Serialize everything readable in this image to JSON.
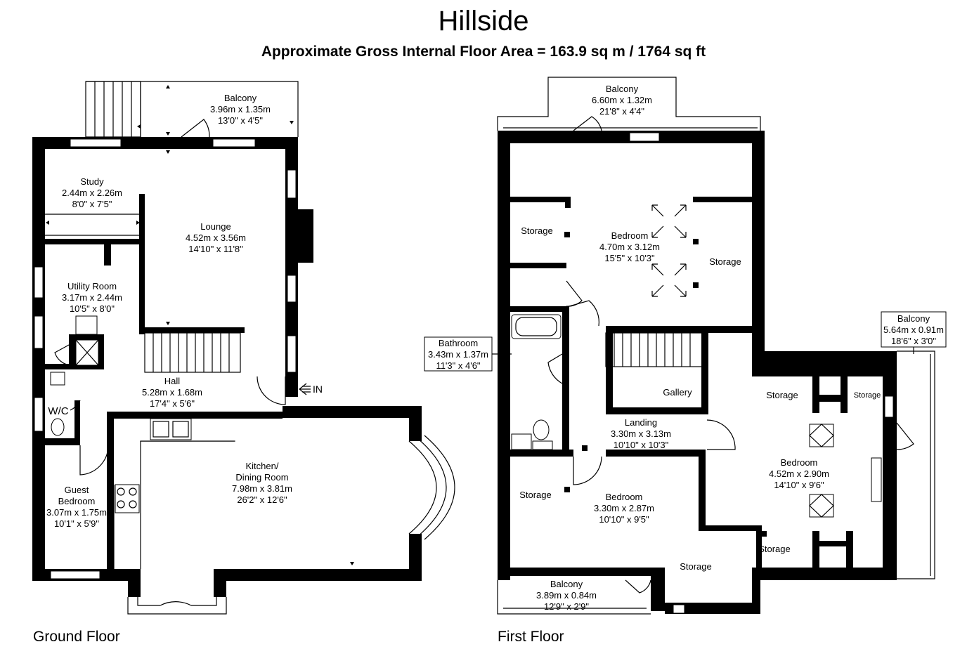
{
  "title": "Hillside",
  "subtitle": "Approximate Gross Internal Floor Area  = 163.9 sq m  / 1764 sq ft",
  "entrance_label": "IN",
  "floors": [
    {
      "name": "Ground Floor",
      "rooms": [
        {
          "name": "Balcony",
          "metric": "3.96m x 1.35m",
          "imperial": "13'0\" x 4'5\""
        },
        {
          "name": "Study",
          "metric": "2.44m x 2.26m",
          "imperial": "8'0\" x 7'5\""
        },
        {
          "name": "Lounge",
          "metric": "4.52m x 3.56m",
          "imperial": "14'10\" x 11'8\""
        },
        {
          "name": "Utility Room",
          "metric": "3.17m x 2.44m",
          "imperial": "10'5\" x 8'0\""
        },
        {
          "name": "Hall",
          "metric": "5.28m x 1.68m",
          "imperial": "17'4\" x 5'6\""
        },
        {
          "name": "W/C",
          "metric": "",
          "imperial": ""
        },
        {
          "name": "Kitchen/",
          "name2": "Dining Room",
          "metric": "7.98m x 3.81m",
          "imperial": "26'2\" x 12'6\""
        },
        {
          "name": "Guest",
          "name2": "Bedroom",
          "metric": "3.07m x 1.75m",
          "imperial": "10'1\" x 5'9\""
        }
      ]
    },
    {
      "name": "First Floor",
      "rooms": [
        {
          "name": "Balcony",
          "metric": "6.60m x 1.32m",
          "imperial": "21'8\" x 4'4\""
        },
        {
          "name": "Storage",
          "metric": "",
          "imperial": ""
        },
        {
          "name": "Bedroom",
          "metric": "4.70m x 3.12m",
          "imperial": "15'5\" x 10'3\""
        },
        {
          "name": "Storage",
          "metric": "",
          "imperial": ""
        },
        {
          "name": "Bathroom",
          "metric": "3.43m x 1.37m",
          "imperial": "11'3\" x 4'6\""
        },
        {
          "name": "Gallery",
          "metric": "",
          "imperial": ""
        },
        {
          "name": "Landing",
          "metric": "3.30m x 3.13m",
          "imperial": "10'10\" x 10'3\""
        },
        {
          "name": "Storage",
          "metric": "",
          "imperial": ""
        },
        {
          "name": "Bedroom",
          "metric": "3.30m x 2.87m",
          "imperial": "10'10\" x 9'5\""
        },
        {
          "name": "Storage",
          "metric": "",
          "imperial": ""
        },
        {
          "name": "Balcony",
          "metric": "3.89m x 0.84m",
          "imperial": "12'9\" x 2'9\""
        },
        {
          "name": "Storage",
          "metric": "",
          "imperial": ""
        },
        {
          "name": "Storage",
          "metric": "",
          "imperial": ""
        },
        {
          "name": "Bedroom",
          "metric": "4.52m x 2.90m",
          "imperial": "14'10\" x 9'6\""
        },
        {
          "name": "Storage",
          "metric": "",
          "imperial": ""
        },
        {
          "name": "Balcony",
          "metric": "5.64m x 0.91m",
          "imperial": "18'6\" x 3'0\""
        }
      ]
    }
  ]
}
